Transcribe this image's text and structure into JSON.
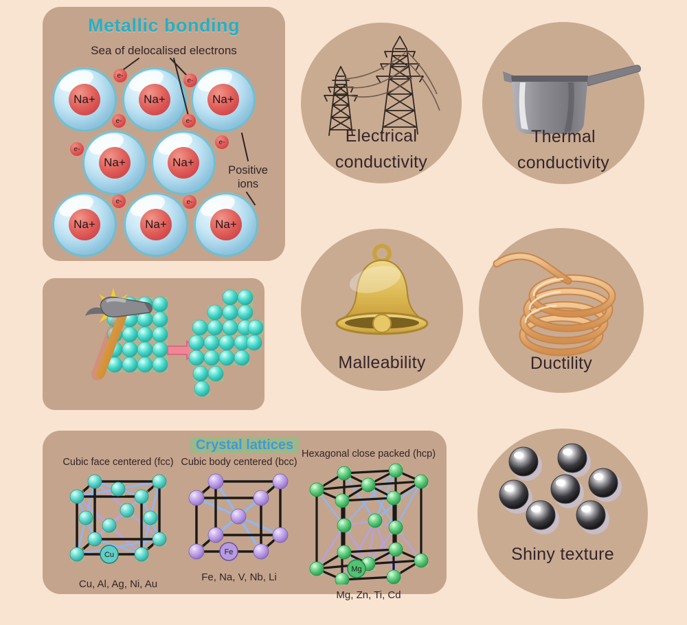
{
  "colors": {
    "background": "#f9e4d1",
    "panel_tan": "#c4a48c",
    "circle_tan": "#c9ab92",
    "title_teal": "#25b0c5",
    "title_blue": "#3b9cd6",
    "text_dark": "#332428",
    "ion_red": "#d94b4b",
    "bubble_blue": "#aedaee",
    "sphere_teal": "#45d6c6",
    "sphere_purple": "#b79be2",
    "sphere_green": "#4fc16e",
    "glow_green": "#8fd494",
    "bell_gold": "#ddbb55",
    "wire_copper": "#e3a96d",
    "pan_gray": "#8c8c92"
  },
  "metallic_bonding": {
    "title": "Metallic bonding",
    "subtitle": "Sea of delocalised electrons",
    "ion_label": "Na+",
    "electron_label": "e-",
    "positive_ions_label": "Positive ions"
  },
  "properties": {
    "electrical": {
      "label": "Electrical conductivity",
      "icon": "power-towers-icon"
    },
    "thermal": {
      "label": "Thermal conductivity",
      "icon": "saucepan-icon"
    },
    "malleability": {
      "label": "Malleability",
      "icon": "bell-icon"
    },
    "ductility": {
      "label": "Ductility",
      "icon": "wire-coil-icon"
    },
    "shiny": {
      "label": "Shiny texture",
      "icon": "metal-balls-icon"
    }
  },
  "malleability_illustration": {
    "icon": "hammer-hitting-lattice-icon"
  },
  "crystal": {
    "title": "Crystal lattices",
    "lattices": [
      {
        "header": "Cubic face centered (fcc)",
        "atom_label": "Cu",
        "elements": "Cu, Al, Ag, Ni, Au"
      },
      {
        "header": "Cubic body centered (bcc)",
        "atom_label": "Fe",
        "elements": "Fe, Na, V, Nb, Li"
      },
      {
        "header": "Hexagonal close packed (hcp)",
        "atom_label": "Mg",
        "elements": "Mg, Zn, Ti, Cd"
      }
    ]
  }
}
